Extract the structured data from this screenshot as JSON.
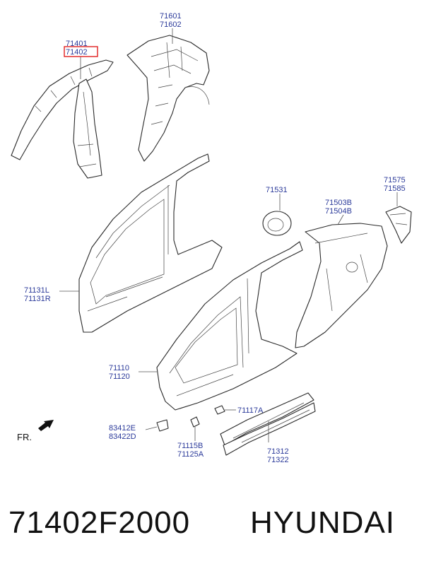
{
  "callouts": {
    "p71601": "71601",
    "p71602": "71602",
    "p71401": "71401",
    "p71402": "71402",
    "p71531": "71531",
    "p71575": "71575",
    "p71585": "71585",
    "p71503B": "71503B",
    "p71504B": "71504B",
    "p71131L": "71131L",
    "p71131R": "71131R",
    "p71110": "71110",
    "p71120": "71120",
    "p71117A": "71117A",
    "p83412E": "83412E",
    "p83422D": "83422D",
    "p71115B": "71115B",
    "p71125A": "71125A",
    "p71312": "71312",
    "p71322": "71322"
  },
  "direction_label": "FR.",
  "highlighted_part": "71402",
  "highlight_color": "#e02020",
  "label_color": "#2b3a9a",
  "footer": {
    "part_number": "71402F2000",
    "brand": "HYUNDAI"
  }
}
